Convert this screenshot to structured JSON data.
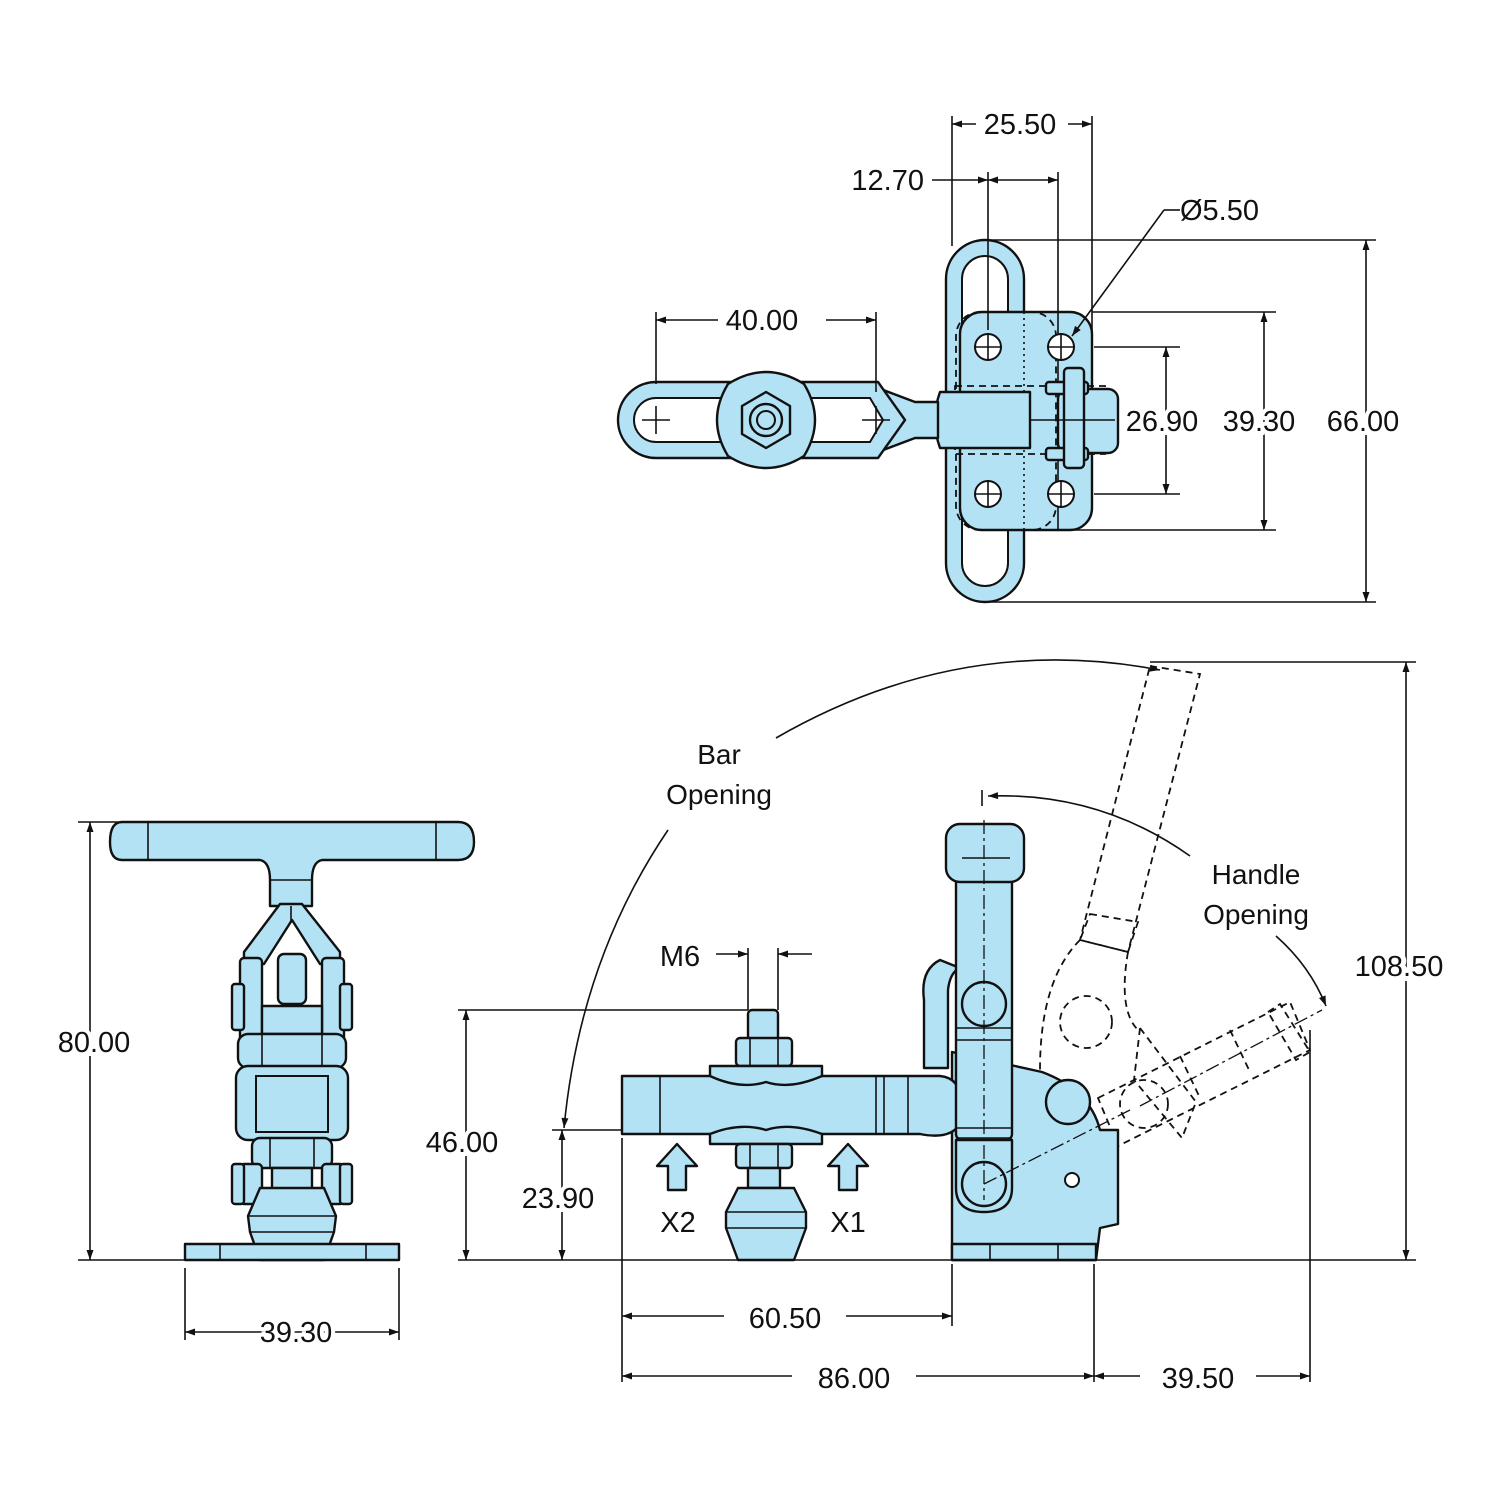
{
  "colors": {
    "part_fill": "#b3e2f5",
    "line": "#111111",
    "background": "#ffffff"
  },
  "top_view": {
    "dims": {
      "d_40": "40.00",
      "d_12_70": "12.70",
      "d_25_50": "25.50",
      "d_hole": "Ø5.50",
      "d_26_90": "26.90",
      "d_39_30": "39.30",
      "d_66": "66.00"
    }
  },
  "end_view": {
    "dims": {
      "d_80": "80.00",
      "d_39_30": "39.30"
    }
  },
  "side_view": {
    "dims": {
      "d_m6": "M6",
      "d_46": "46.00",
      "d_23_90": "23.90",
      "d_60_50": "60.50",
      "d_86": "86.00",
      "d_39_50": "39.50",
      "d_108_50": "108.50"
    },
    "force_labels": {
      "x2": "X2",
      "x1": "X1"
    },
    "notes": {
      "bar_opening_1": "Bar",
      "bar_opening_2": "Opening",
      "handle_opening_1": "Handle",
      "handle_opening_2": "Opening"
    }
  }
}
